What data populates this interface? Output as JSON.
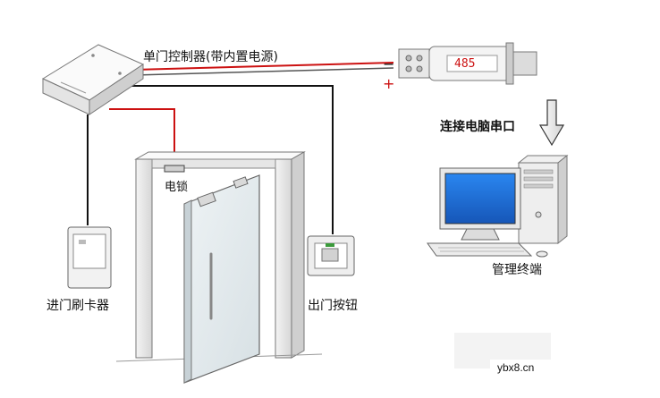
{
  "labels": {
    "controller": "单门控制器(带内置电源)",
    "minus": "−",
    "plus": "+",
    "converter_display": "485",
    "connect_pc": "连接电脑串口",
    "lock": "电锁",
    "reader": "进门刷卡器",
    "exit_button": "出门按钮",
    "terminal": "管理终端",
    "watermark": "ybx8.cn"
  },
  "colors": {
    "wire_black": "#111111",
    "wire_red": "#cc1111",
    "monitor_screen": "#1e6fd9",
    "device_body": "#f2f2f2",
    "outline": "#666666"
  }
}
